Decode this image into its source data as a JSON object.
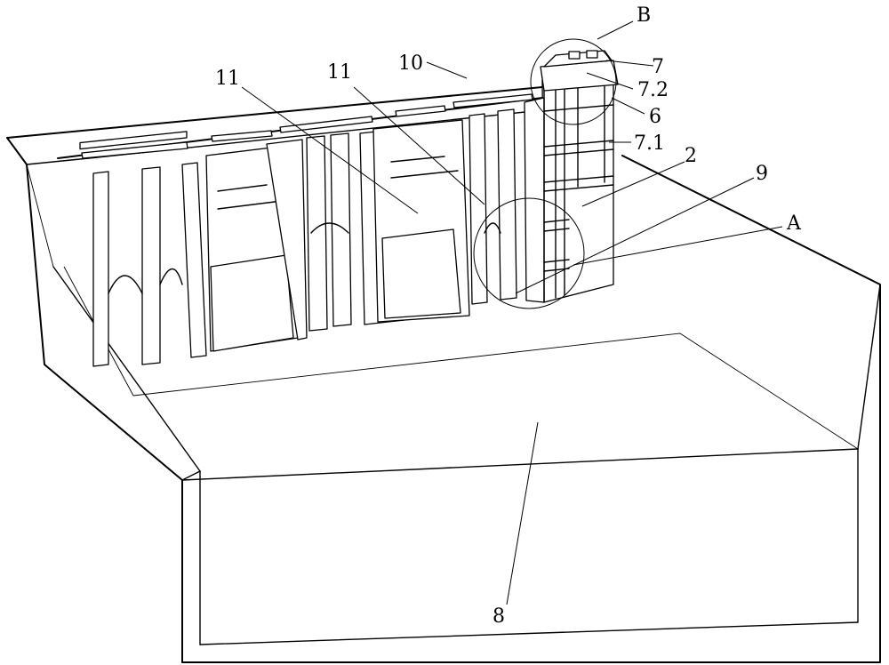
{
  "labels": {
    "l_B": "B",
    "l_7": "7",
    "l_72": "7.2",
    "l_6": "6",
    "l_71": "7.1",
    "l_2": "2",
    "l_9": "9",
    "l_A": "A",
    "l_10": "10",
    "l_11a": "11",
    "l_11b": "11",
    "l_8": "8"
  }
}
